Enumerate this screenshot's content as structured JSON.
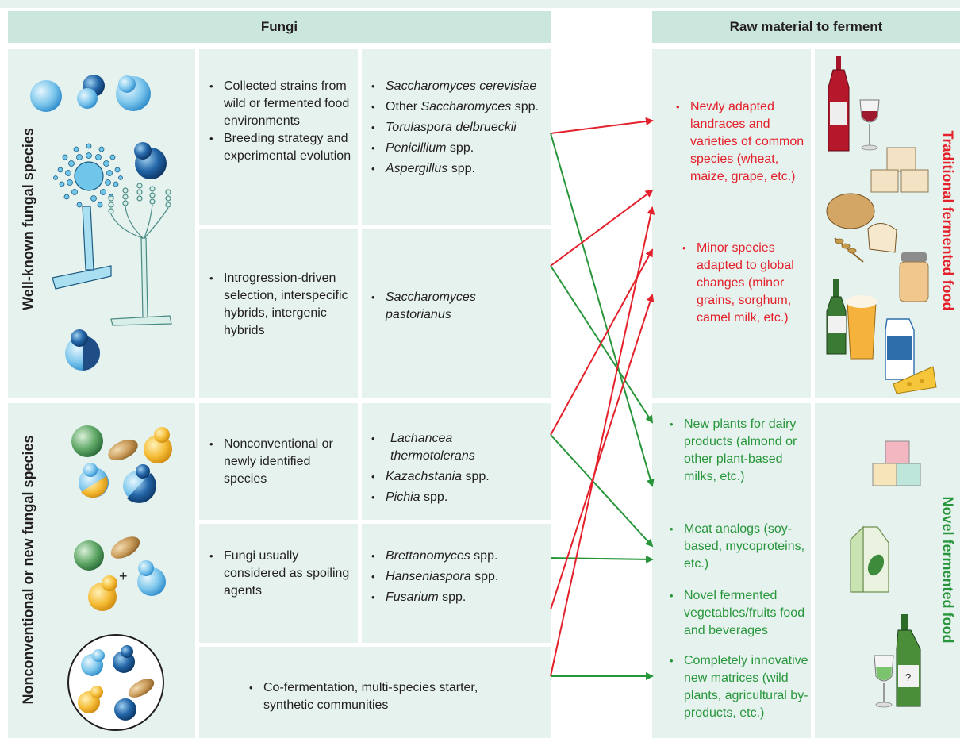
{
  "header": {
    "fungi": "Fungi",
    "raw_material": "Raw material to ferment"
  },
  "left_labels": {
    "well_known": "Well-known fungal species",
    "nonconventional": "Nonconventional or new fungal species"
  },
  "right_labels": {
    "traditional": "Traditional fermented food",
    "novel": "Novel fermented food"
  },
  "strategies": {
    "row1": [
      "Collected strains from wild or fermented food environments",
      "Breeding strategy and experimental evolution"
    ],
    "row2": [
      "Introgression-driven selection, interspecific hybrids, intergenic hybrids"
    ],
    "row3": [
      "Nonconventional or newly identified species"
    ],
    "row4": [
      "Fungi usually considered as spoiling agents"
    ],
    "row5": [
      "Co-fermentation, multi-species starter, synthetic communities"
    ]
  },
  "species": {
    "row1": [
      {
        "italic": "Saccharomyces cerevisiae",
        "plain": ""
      },
      {
        "pre": "Other ",
        "italic": "Saccharomyces",
        "plain": " spp."
      },
      {
        "italic": "Torulaspora delbrueckii",
        "plain": ""
      },
      {
        "italic": "Penicillium",
        "plain": " spp."
      },
      {
        "italic": "Aspergillus",
        "plain": " spp."
      }
    ],
    "row2": [
      {
        "italic": "Saccharomyces pastorianus",
        "plain": ""
      }
    ],
    "row3": [
      {
        "italic": "Lachancea thermotolerans",
        "plain": ""
      },
      {
        "italic": "Kazachstania",
        "plain": " spp."
      },
      {
        "italic": "Pichia",
        "plain": " spp."
      }
    ],
    "row4": [
      {
        "italic": "Brettanomyces",
        "plain": " spp."
      },
      {
        "italic": "Hanseniaspora",
        "plain": " spp."
      },
      {
        "italic": "Fusarium",
        "plain": " spp."
      }
    ]
  },
  "traditional_items": [
    "Newly adapted landraces and varieties of common species (wheat, maize, grape, etc.)",
    "Minor species adapted to global changes (minor grains, sorghum, camel milk, etc.)"
  ],
  "novel_items": [
    "New plants for dairy products (almond or other plant-based milks, etc.)",
    "Meat analogs (soy-based, mycoproteins, etc.)",
    "Novel fermented vegetables/fruits food and beverages",
    "Completely innovative new matrices (wild plants, agricultural by-products, etc.)"
  ],
  "plus_sign": "+",
  "question_mark": "?",
  "colors": {
    "panel": "#e5f2ee",
    "header": "#cbe6dc",
    "traditional": "#e4202a",
    "novel": "#27963a"
  }
}
